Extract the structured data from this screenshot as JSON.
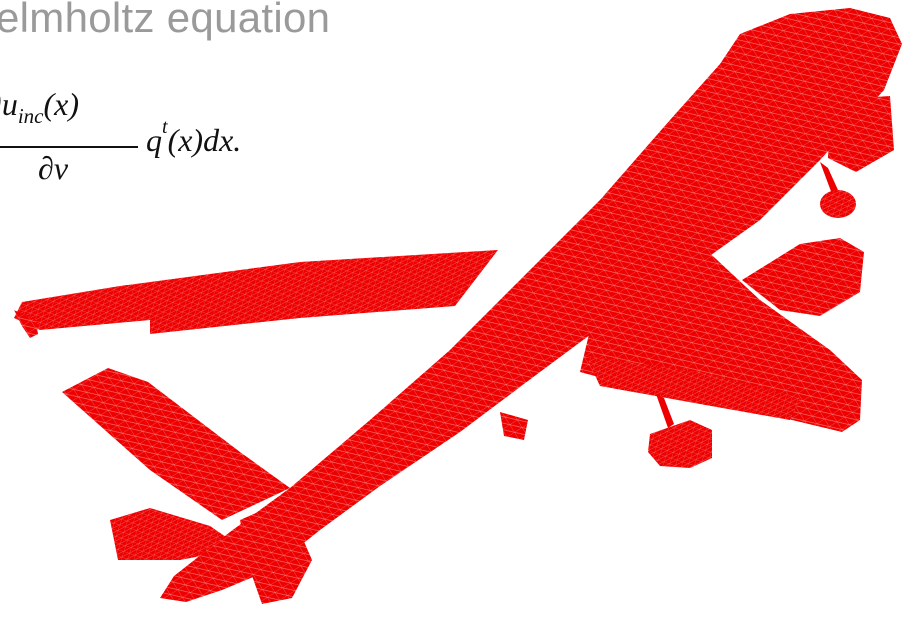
{
  "slide": {
    "title": "elmholtz equation"
  },
  "formula": {
    "numerator": "∂u",
    "numerator_sub": "inc",
    "numerator_tail": "(x)",
    "denominator": "∂ν",
    "tail_left": "q",
    "tail_sup": "t",
    "tail_right": "(x)dx."
  },
  "colors": {
    "mesh": "#ee0000",
    "mesh_line": "#ffffff",
    "title": "#9a9a9a"
  },
  "figure": {
    "icon": "airplane-mesh-icon"
  }
}
